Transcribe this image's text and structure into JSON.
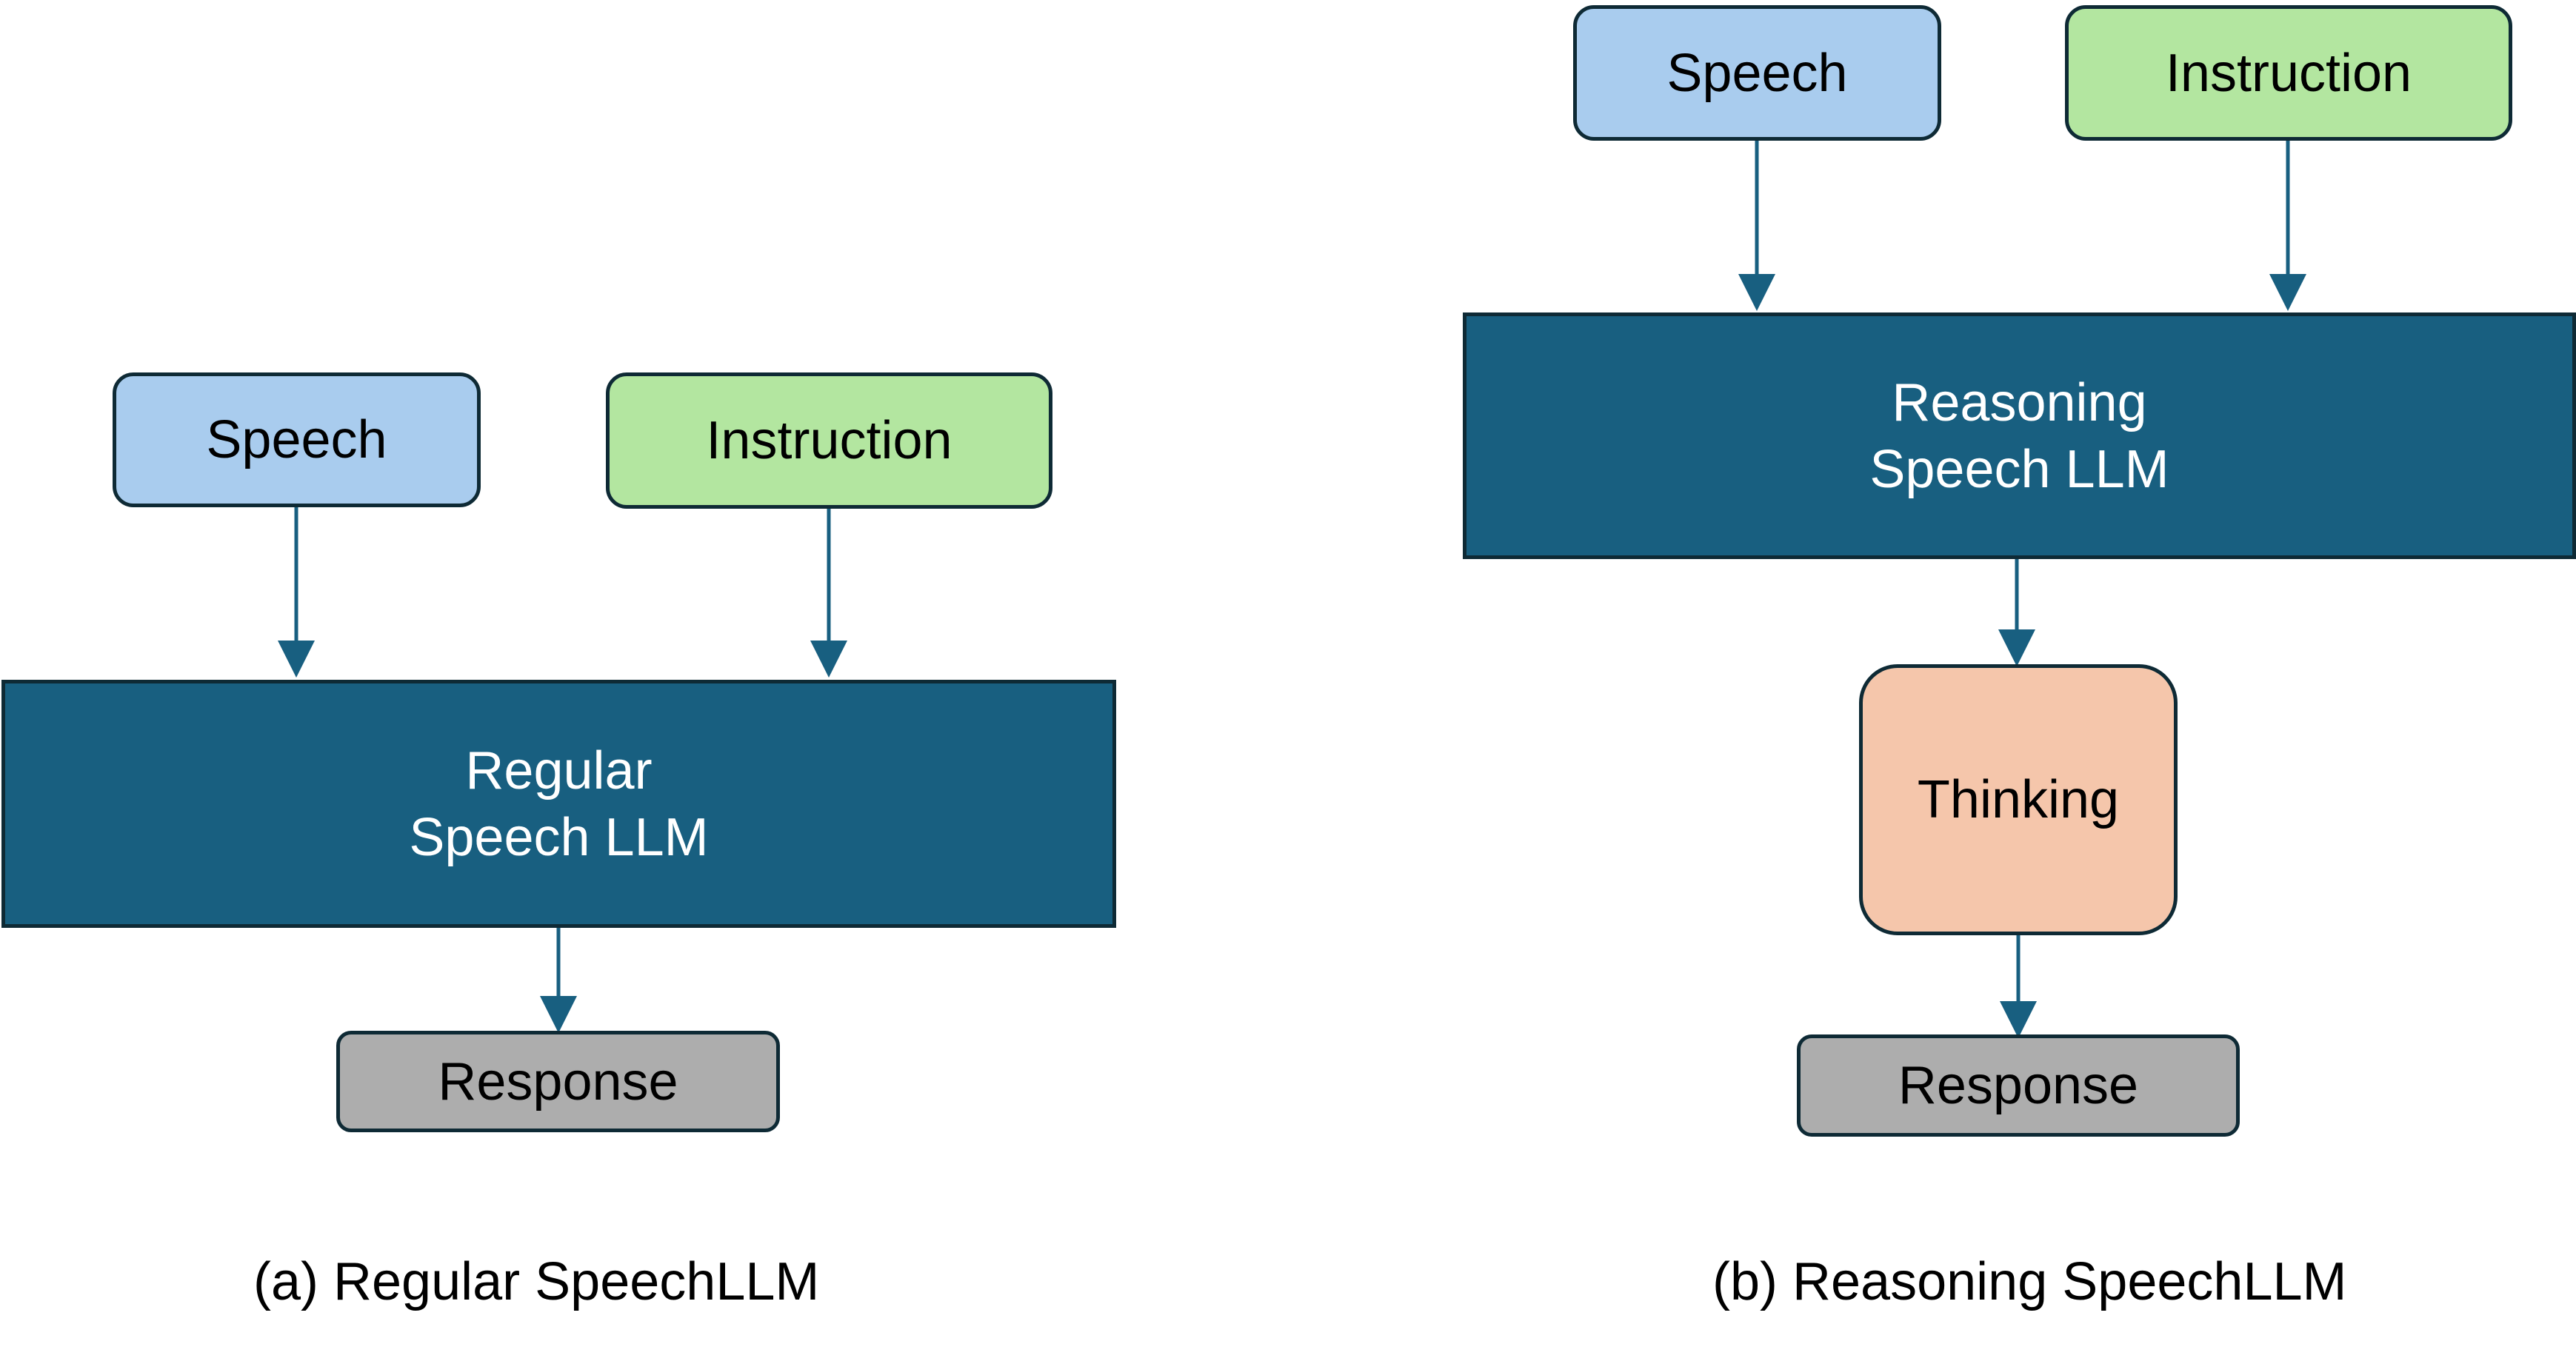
{
  "panel_a": {
    "speech": "Speech",
    "instruction": "Instruction",
    "model_line1": "Regular",
    "model_line2": "Speech LLM",
    "response": "Response",
    "caption": "(a) Regular SpeechLLM"
  },
  "panel_b": {
    "speech": "Speech",
    "instruction": "Instruction",
    "model_line1": "Reasoning",
    "model_line2": "Speech LLM",
    "thinking": "Thinking",
    "response": "Response",
    "caption": "(b) Reasoning SpeechLLM"
  },
  "colors": {
    "speech_fill": "#a9ccee",
    "instruction_fill": "#b3e6a0",
    "model_fill": "#185f80",
    "thinking_fill": "#f5c6ab",
    "response_fill": "#adadad",
    "arrow": "#185f80"
  }
}
